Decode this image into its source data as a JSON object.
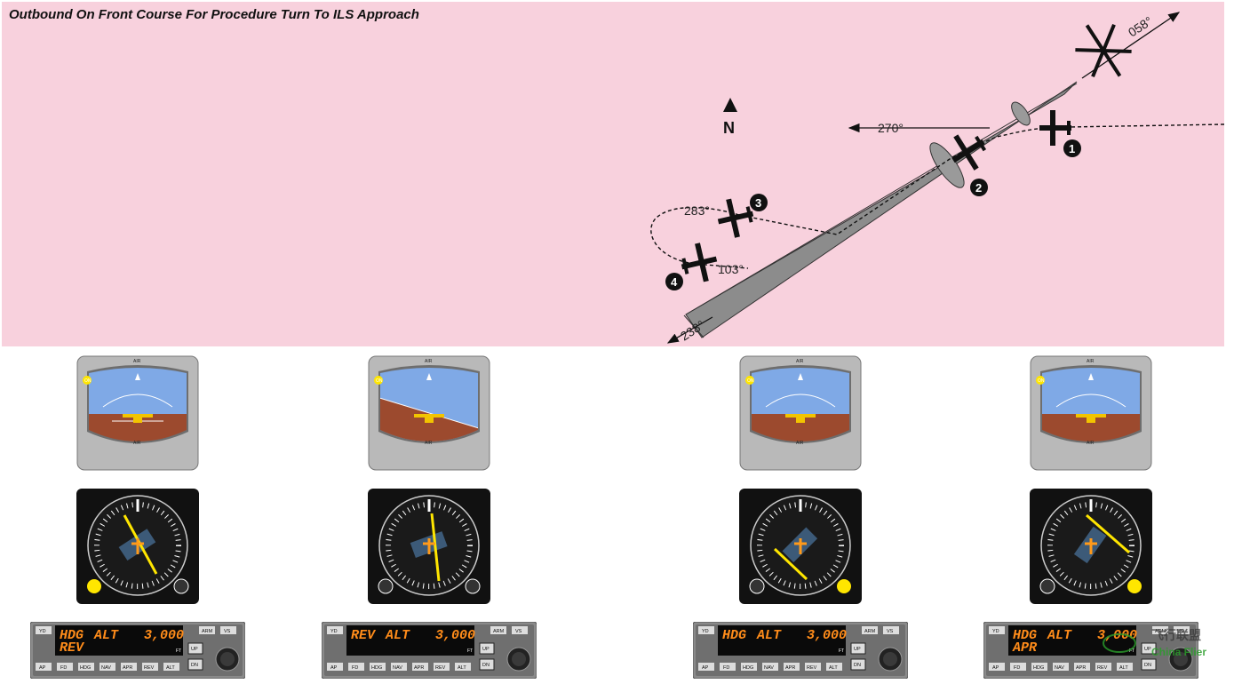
{
  "title": "Outbound On Front Course For Procedure Turn To ILS Approach",
  "north_label": "N",
  "headings": {
    "course_inbound": "058°",
    "heading_west": "270°",
    "procedure_out": "283°",
    "procedure_in": "103°",
    "outbound": "238°"
  },
  "positions": [
    "1",
    "2",
    "3",
    "4"
  ],
  "attitude_indicator": {
    "top_label": "AIR",
    "bottom_label": "AIR",
    "flag": "ON"
  },
  "autopilot_panels": [
    {
      "lat_mode": "HDG",
      "lat_arm": "REV",
      "vert_mode": "ALT",
      "altitude": "3,000",
      "unit": "FT"
    },
    {
      "lat_mode": "REV",
      "lat_arm": "",
      "vert_mode": "ALT",
      "altitude": "3,000",
      "unit": "FT"
    },
    {
      "lat_mode": "HDG",
      "lat_arm": "",
      "vert_mode": "ALT",
      "altitude": "3,000",
      "unit": "FT"
    },
    {
      "lat_mode": "HDG",
      "lat_arm": "APR",
      "vert_mode": "ALT",
      "altitude": "3,000",
      "unit": "FT"
    }
  ],
  "autopilot_buttons": {
    "top": [
      "YD",
      "ARM",
      "VS"
    ],
    "bottom": [
      "AP",
      "FD",
      "HDG",
      "NAV",
      "APR",
      "REV",
      "ALT"
    ],
    "side": [
      "UP",
      "DN"
    ]
  },
  "watermark": {
    "line1": "飞行联盟",
    "line2": "China Flier"
  }
}
